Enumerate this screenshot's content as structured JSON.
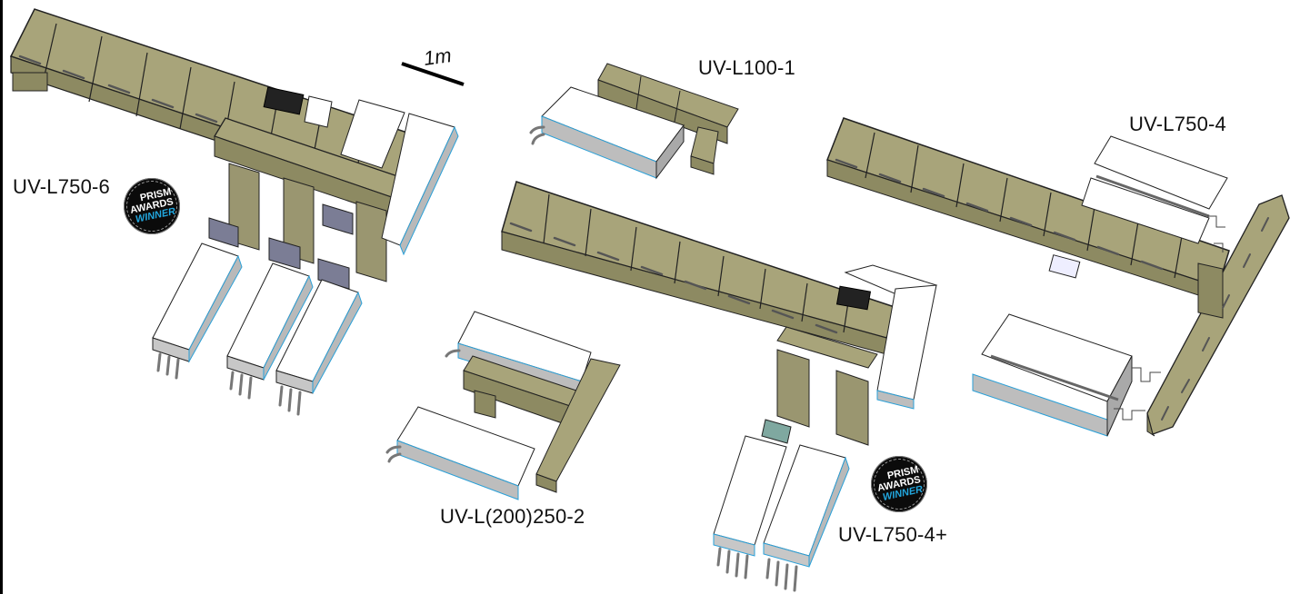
{
  "figure": {
    "scale_bar": {
      "label": "1m"
    },
    "systems": [
      {
        "id": "uv-l750-6",
        "label": "UV-L750-6",
        "award": true
      },
      {
        "id": "uv-l100-1",
        "label": "UV-L100-1",
        "award": false
      },
      {
        "id": "uv-l750-4",
        "label": "UV-L750-4",
        "award": false
      },
      {
        "id": "uv-l200-250-2",
        "label": "UV-L(200)250-2",
        "award": false
      },
      {
        "id": "uv-l750-4plus",
        "label": "UV-L750-4+",
        "award": true
      }
    ],
    "award_badge": {
      "line1": "PRISM",
      "line2": "AWARDS",
      "line3": "WINNER"
    },
    "colors": {
      "enclosure": "#a8a47a",
      "enclosure_side": "#8d8a62",
      "enclosure_dark": "#6f6d4c",
      "power_unit_top": "#ffffff",
      "power_unit_side": "#b9b9b9",
      "accent_edge": "#2aa0d8",
      "badge_bg": "#0b0b0b",
      "badge_accent": "#22a8e0"
    }
  }
}
